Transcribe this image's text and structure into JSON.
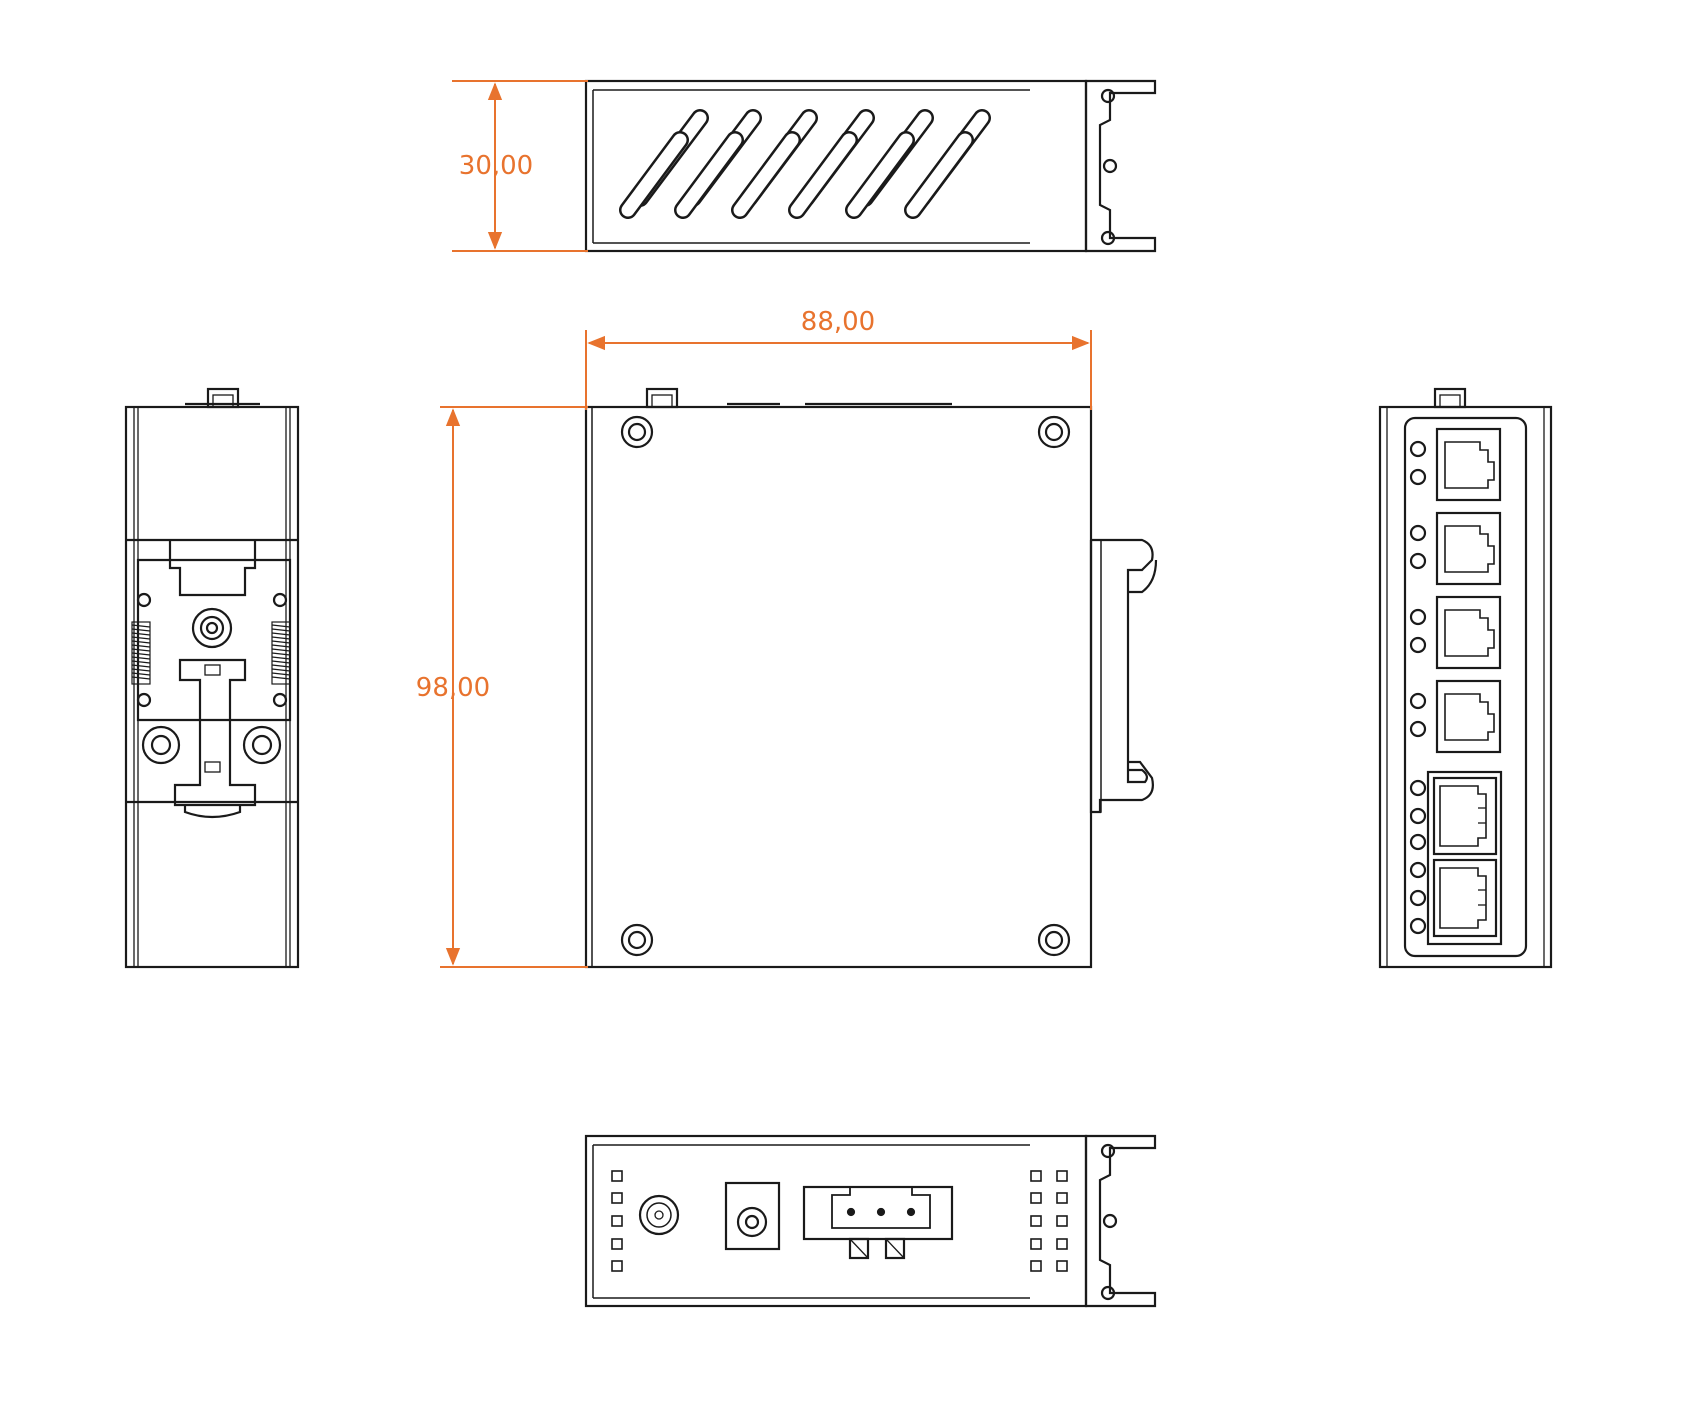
{
  "colors": {
    "line": "#1a1a1a",
    "dimension": "#e8732e",
    "background": "#ffffff"
  },
  "dimensions": {
    "height_top_view": "30,00",
    "width": "88,00",
    "height_front": "98,00"
  },
  "views": {
    "top_view": "vented-top-view",
    "front_view": "front-panel-view",
    "left_view": "din-rail-side-view",
    "right_view": "port-side-view",
    "bottom_view": "power-connector-view"
  },
  "ports": {
    "rj45_count": 4,
    "sfp_count": 2
  }
}
